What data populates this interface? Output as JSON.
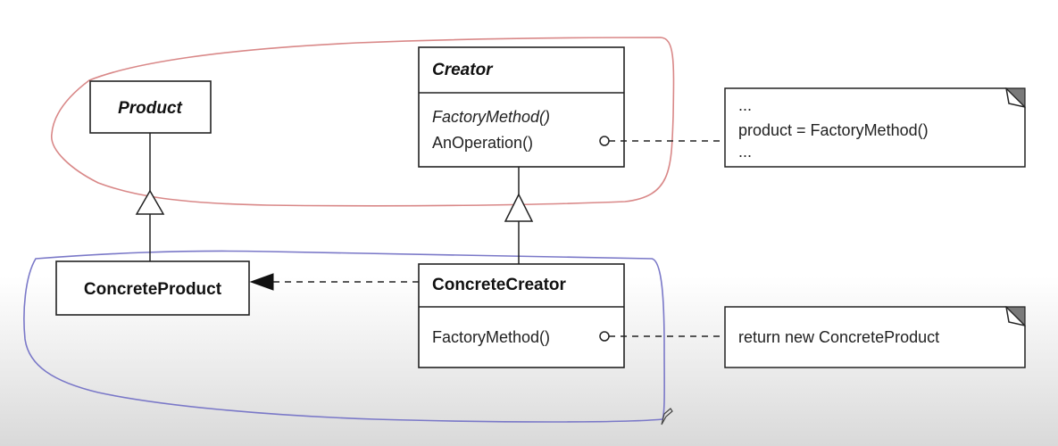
{
  "classes": {
    "product": {
      "name": "Product"
    },
    "creator": {
      "name": "Creator",
      "ops": [
        "FactoryMethod()",
        "AnOperation()"
      ]
    },
    "concrete_product": {
      "name": "ConcreteProduct"
    },
    "concrete_creator": {
      "name": "ConcreteCreator",
      "ops": [
        "FactoryMethod()"
      ]
    }
  },
  "notes": {
    "anoperation": [
      "...",
      "product = FactoryMethod()",
      "..."
    ],
    "factorymethod": [
      "return new ConcreteProduct"
    ]
  },
  "annotations": {
    "top_loop_color": "#d98888",
    "bottom_loop_color": "#7a78c8"
  }
}
